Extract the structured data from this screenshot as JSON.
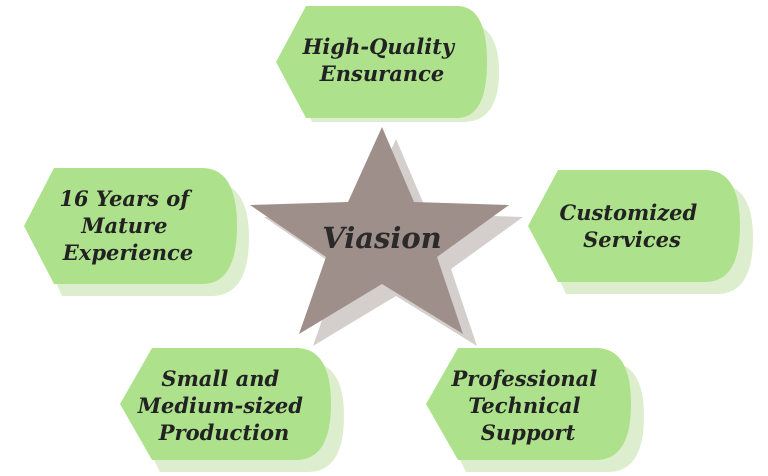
{
  "colors": {
    "badge_fill": "#ade18c",
    "badge_shadow": "#ddeecf",
    "star_fill": "#9e8f8a",
    "star_shadow": "#d4cfcc",
    "text": "#222222"
  },
  "center": {
    "label": "Viasion"
  },
  "features": [
    {
      "id": "quality",
      "lines": [
        "High-Quality",
        "Ensurance"
      ]
    },
    {
      "id": "experience",
      "lines": [
        "16 Years of",
        "Mature",
        "Experience"
      ]
    },
    {
      "id": "customized",
      "lines": [
        "Customized",
        "Services"
      ]
    },
    {
      "id": "production",
      "lines": [
        "Small and",
        "Medium-sized",
        "Production"
      ]
    },
    {
      "id": "support",
      "lines": [
        "Professional",
        "Technical",
        "Support"
      ]
    }
  ]
}
